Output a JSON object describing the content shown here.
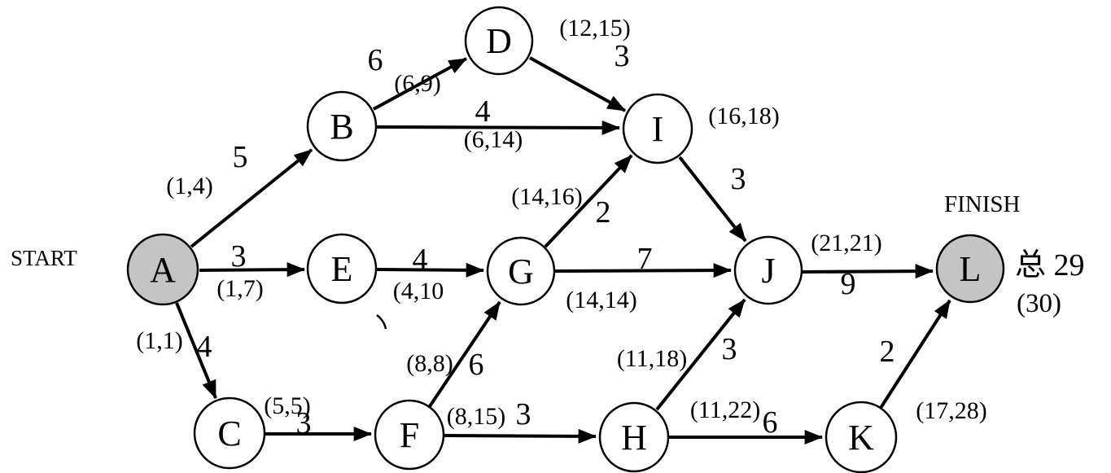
{
  "labels": {
    "start": "START",
    "finish": "FINISH",
    "total": "总 29",
    "total_secondary": "(30)"
  },
  "colors": {
    "node_default": "#ffffff",
    "node_shaded": "#c4c4c4",
    "line": "#000000"
  },
  "nodes": [
    {
      "id": "A",
      "label": "A",
      "shaded": true
    },
    {
      "id": "B",
      "label": "B",
      "shaded": false
    },
    {
      "id": "C",
      "label": "C",
      "shaded": false
    },
    {
      "id": "D",
      "label": "D",
      "shaded": false
    },
    {
      "id": "E",
      "label": "E",
      "shaded": false
    },
    {
      "id": "F",
      "label": "F",
      "shaded": false
    },
    {
      "id": "G",
      "label": "G",
      "shaded": false
    },
    {
      "id": "H",
      "label": "H",
      "shaded": false
    },
    {
      "id": "I",
      "label": "I",
      "shaded": false
    },
    {
      "id": "J",
      "label": "J",
      "shaded": false
    },
    {
      "id": "K",
      "label": "K",
      "shaded": false
    },
    {
      "id": "L",
      "label": "L",
      "shaded": true
    }
  ],
  "edges": [
    {
      "from": "A",
      "to": "B",
      "weight": "5",
      "window": "(1,4)"
    },
    {
      "from": "A",
      "to": "E",
      "weight": "3",
      "window": "(1,7)"
    },
    {
      "from": "A",
      "to": "C",
      "weight": "4",
      "window": "(1,1)"
    },
    {
      "from": "B",
      "to": "D",
      "weight": "6",
      "window": "(6,9)"
    },
    {
      "from": "B",
      "to": "I",
      "weight": "4",
      "window": "(6,14)"
    },
    {
      "from": "D",
      "to": "I",
      "weight": "3",
      "window": "(12,15)"
    },
    {
      "from": "E",
      "to": "G",
      "weight": "4",
      "window": "(4,10"
    },
    {
      "from": "G",
      "to": "I",
      "weight": "2",
      "window": "(14,16)"
    },
    {
      "from": "G",
      "to": "J",
      "weight": "7",
      "window": "(14,14)"
    },
    {
      "from": "I",
      "to": "J",
      "weight": "3",
      "window": "(16,18)"
    },
    {
      "from": "J",
      "to": "L",
      "weight": "9",
      "window": "(21,21)"
    },
    {
      "from": "C",
      "to": "F",
      "weight": "3",
      "window": "(5,5)"
    },
    {
      "from": "F",
      "to": "G",
      "weight": "6",
      "window": "(8,8)"
    },
    {
      "from": "F",
      "to": "H",
      "weight": "3",
      "window": "(8,15)"
    },
    {
      "from": "H",
      "to": "J",
      "weight": "3",
      "window": "(11,18)"
    },
    {
      "from": "H",
      "to": "K",
      "weight": "6",
      "window": "(11,22)"
    },
    {
      "from": "K",
      "to": "L",
      "weight": "2",
      "window": "(17,28)"
    }
  ]
}
